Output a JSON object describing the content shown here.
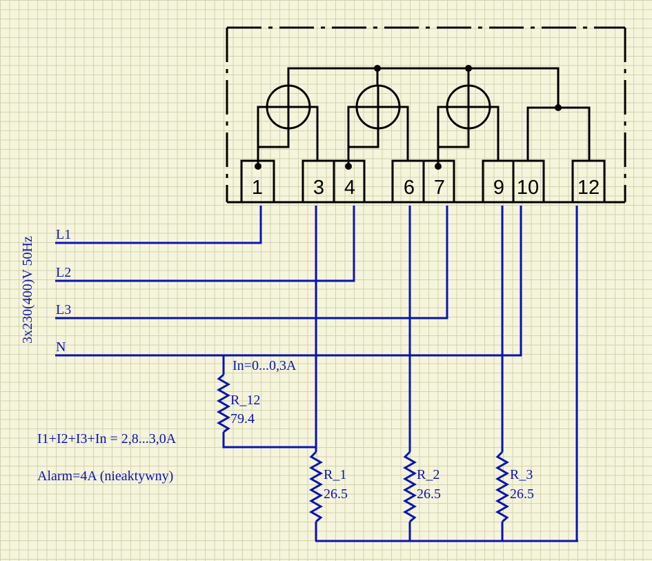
{
  "supply_label": "3x230(400)V 50Hz",
  "lines": {
    "l1": "L1",
    "l2": "L2",
    "l3": "L3",
    "n": "N"
  },
  "terminals": [
    "1",
    "3",
    "4",
    "6",
    "7",
    "9",
    "10",
    "12"
  ],
  "resistors": {
    "r12": {
      "name": "R_12",
      "value": "79.4"
    },
    "r1": {
      "name": "R_1",
      "value": "26.5"
    },
    "r2": {
      "name": "R_2",
      "value": "26.5"
    },
    "r3": {
      "name": "R_3",
      "value": "26.5"
    }
  },
  "notes": {
    "in_range": "In=0...0,3A",
    "sum_range": "I1+I2+I3+In = 2,8...3,0A",
    "alarm": "Alarm=4A (nieaktywny)"
  },
  "colors": {
    "wire": "#0a14b4",
    "meter": "#000000",
    "background": "#f5f5dc"
  }
}
